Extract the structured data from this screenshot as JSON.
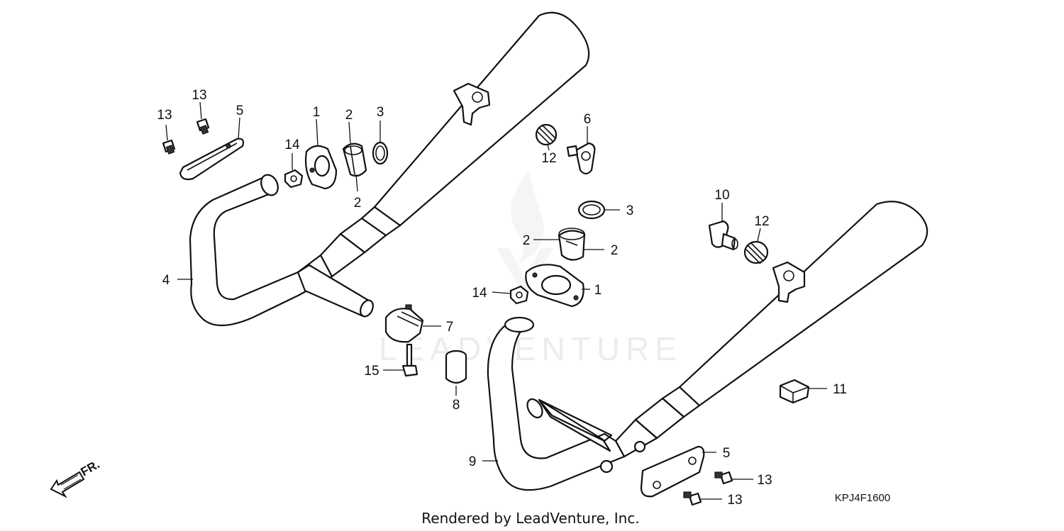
{
  "diagram": {
    "watermark": "LEADVENTURE",
    "footer": "Rendered by LeadVenture, Inc.",
    "diagram_code": "KPJ4F1600",
    "direction_label": "FR.",
    "callouts": [
      {
        "id": "c-13a",
        "label": "13"
      },
      {
        "id": "c-13b",
        "label": "13"
      },
      {
        "id": "c-5a",
        "label": "5"
      },
      {
        "id": "c-1a",
        "label": "1"
      },
      {
        "id": "c-2a",
        "label": "2"
      },
      {
        "id": "c-3a",
        "label": "3"
      },
      {
        "id": "c-14a",
        "label": "14"
      },
      {
        "id": "c-2b",
        "label": "2"
      },
      {
        "id": "c-4",
        "label": "4"
      },
      {
        "id": "c-7",
        "label": "7"
      },
      {
        "id": "c-15",
        "label": "15"
      },
      {
        "id": "c-8",
        "label": "8"
      },
      {
        "id": "c-6",
        "label": "6"
      },
      {
        "id": "c-12a",
        "label": "12"
      },
      {
        "id": "c-3b",
        "label": "3"
      },
      {
        "id": "c-2c",
        "label": "2"
      },
      {
        "id": "c-2d",
        "label": "2"
      },
      {
        "id": "c-14b",
        "label": "14"
      },
      {
        "id": "c-1b",
        "label": "1"
      },
      {
        "id": "c-10",
        "label": "10"
      },
      {
        "id": "c-12b",
        "label": "12"
      },
      {
        "id": "c-11",
        "label": "11"
      },
      {
        "id": "c-9",
        "label": "9"
      },
      {
        "id": "c-5b",
        "label": "5"
      },
      {
        "id": "c-13c",
        "label": "13"
      },
      {
        "id": "c-13d",
        "label": "13"
      }
    ]
  }
}
